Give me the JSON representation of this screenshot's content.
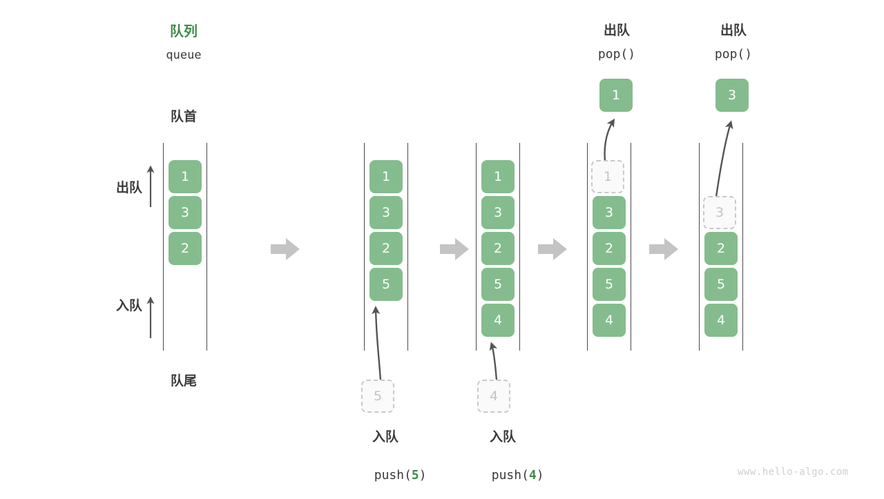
{
  "meta": {
    "watermark": "www.hello-algo.com",
    "colors": {
      "cell_fill": "#85BC8E",
      "cell_text": "#ffffff",
      "ghost_fill": "#fafafa",
      "ghost_border": "#c9c9c9",
      "ghost_text": "#c4c4c4",
      "rail": "#4a4a4a",
      "block_arrow": "#c4c4c4",
      "accent_green": "#3E8C48",
      "label_text": "#3a3a3a"
    }
  },
  "header": {
    "title_cn": "队列",
    "title_en": "queue"
  },
  "side_labels": {
    "front": "队首",
    "rear": "队尾",
    "dequeue": "出队",
    "enqueue": "入队"
  },
  "steps": [
    {
      "id": "initial",
      "cells": [
        "1",
        "3",
        "2"
      ],
      "ghost_index": -1,
      "empty_top": false,
      "caption_cn": "",
      "caption_code": "",
      "caption_arg": "",
      "incoming": null,
      "outgoing": null
    },
    {
      "id": "push-5",
      "cells": [
        "1",
        "3",
        "2",
        "5"
      ],
      "ghost_index": -1,
      "empty_top": false,
      "caption_cn": "入队",
      "caption_code_prefix": "push(",
      "caption_arg": "5",
      "caption_code_suffix": ")",
      "incoming": "5",
      "outgoing": null
    },
    {
      "id": "push-4",
      "cells": [
        "1",
        "3",
        "2",
        "5",
        "4"
      ],
      "ghost_index": -1,
      "empty_top": false,
      "caption_cn": "入队",
      "caption_code_prefix": "push(",
      "caption_arg": "4",
      "caption_code_suffix": ")",
      "incoming": "4",
      "outgoing": null
    },
    {
      "id": "pop-1",
      "cells": [
        "1",
        "3",
        "2",
        "5",
        "4"
      ],
      "ghost_index": 0,
      "empty_top": false,
      "caption_cn": "出队",
      "caption_code_prefix": "pop(",
      "caption_arg": "",
      "caption_code_suffix": ")",
      "incoming": null,
      "outgoing": "1"
    },
    {
      "id": "pop-3",
      "cells": [
        "",
        "3",
        "2",
        "5",
        "4"
      ],
      "ghost_index": 1,
      "empty_top": true,
      "caption_cn": "出队",
      "caption_code_prefix": "pop(",
      "caption_arg": "",
      "caption_code_suffix": ")",
      "incoming": null,
      "outgoing": "3"
    }
  ],
  "popped_values": [
    "1",
    "3"
  ],
  "pushed_values": [
    "5",
    "4"
  ],
  "pop_headers": [
    {
      "cn": "出队",
      "code": "pop()"
    },
    {
      "cn": "出队",
      "code": "pop()"
    }
  ],
  "push_captions": [
    {
      "cn": "入队",
      "code_prefix": "push(",
      "arg": "5",
      "code_suffix": ")"
    },
    {
      "cn": "入队",
      "code_prefix": "push(",
      "arg": "4",
      "code_suffix": ")"
    }
  ]
}
